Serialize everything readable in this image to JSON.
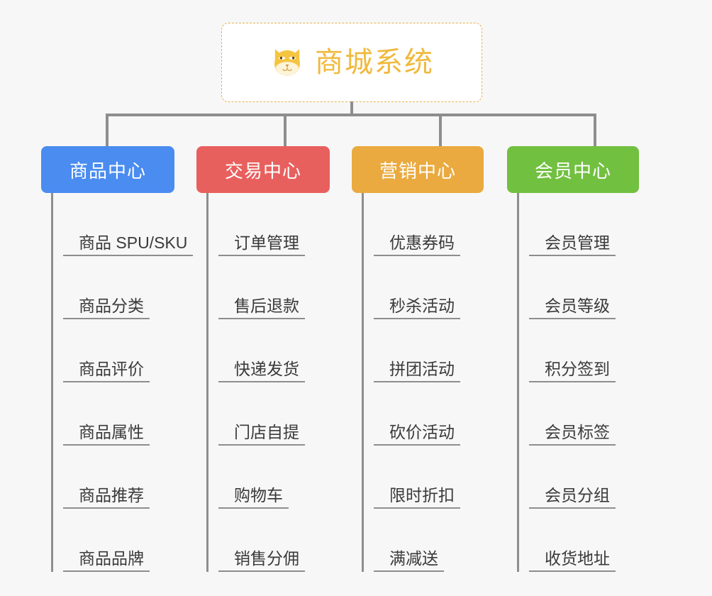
{
  "root": {
    "title": "商城系统",
    "icon": "shiba-dog-icon",
    "title_color": "#f0b93d",
    "border_color": "#e8b04b"
  },
  "colors": {
    "blue": "#4a8cf0",
    "red": "#e8605e",
    "orange": "#eaaa3f",
    "green": "#72c040",
    "connector": "#8e8e8e",
    "leaf_text": "#3a3a3a",
    "background": "#f7f7f7"
  },
  "branches": [
    {
      "label": "商品中心",
      "color": "#4a8cf0",
      "items": [
        "商品 SPU/SKU",
        "商品分类",
        "商品评价",
        "商品属性",
        "商品推荐",
        "商品品牌"
      ]
    },
    {
      "label": "交易中心",
      "color": "#e8605e",
      "items": [
        "订单管理",
        "售后退款",
        "快递发货",
        "门店自提",
        "购物车",
        "销售分佣"
      ]
    },
    {
      "label": "营销中心",
      "color": "#eaaa3f",
      "items": [
        "优惠券码",
        "秒杀活动",
        "拼团活动",
        "砍价活动",
        "限时折扣",
        "满减送"
      ]
    },
    {
      "label": "会员中心",
      "color": "#72c040",
      "items": [
        "会员管理",
        "会员等级",
        "积分签到",
        "会员标签",
        "会员分组",
        "收货地址"
      ]
    }
  ]
}
